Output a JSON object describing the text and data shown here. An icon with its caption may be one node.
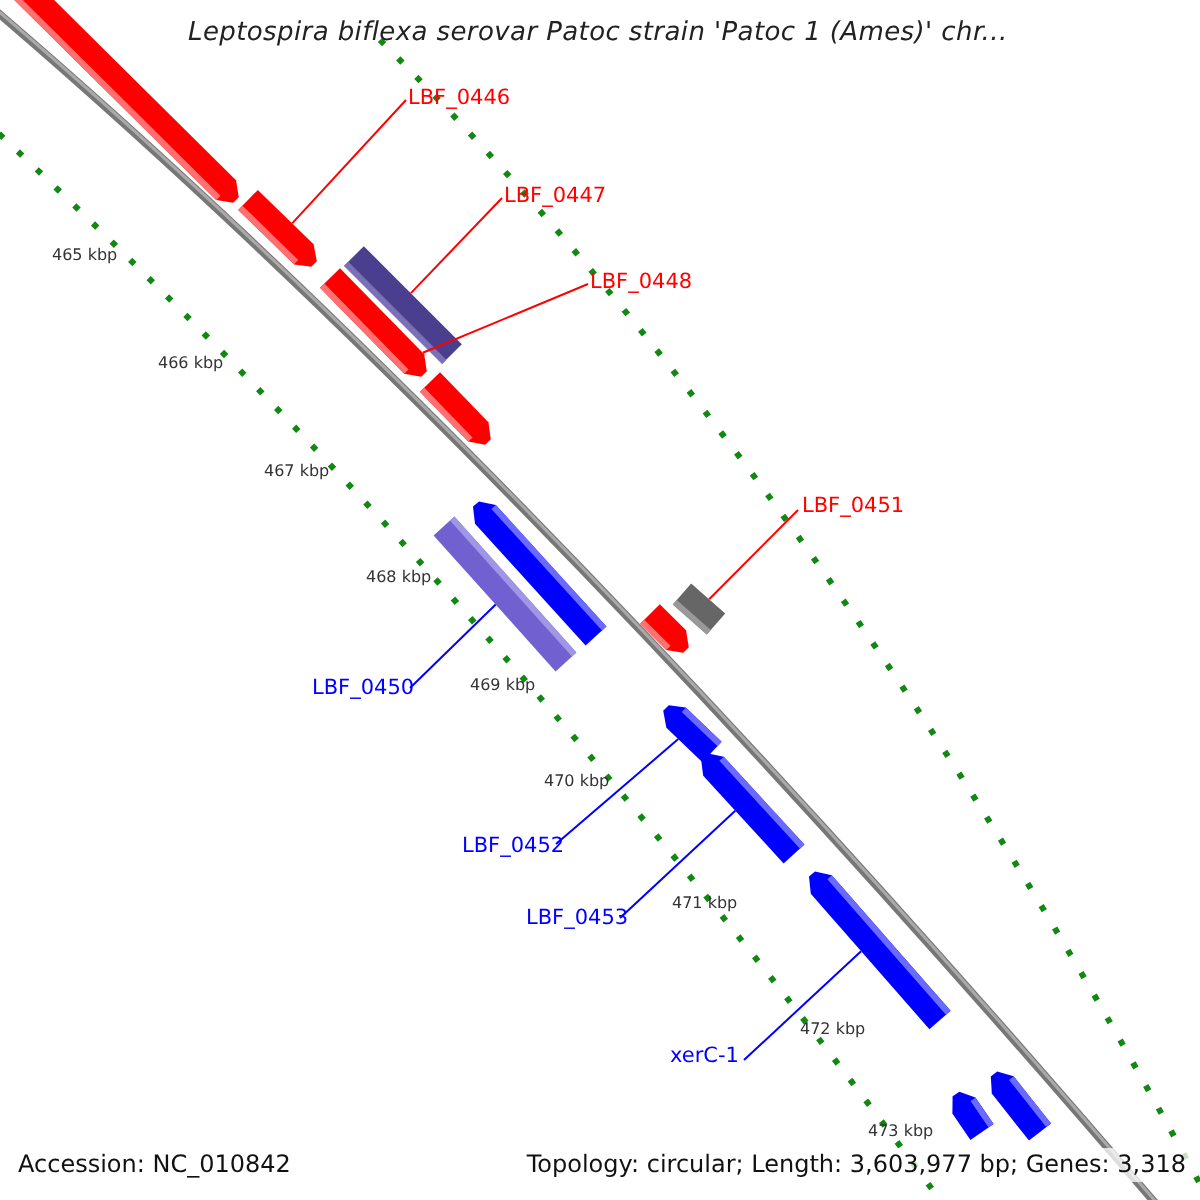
{
  "diagram": {
    "title": "Leptospira biflexa serovar Patoc strain 'Patoc 1 (Ames)' chr...",
    "nodes": [
      {
        "text": [
          "LBF_0446"
        ]
      },
      {
        "text": [
          "LBF_0447"
        ]
      },
      {
        "text": [
          "LBF_0448"
        ]
      },
      {
        "text": [
          "LBF_0451"
        ]
      },
      {
        "text": [
          "LBF_0450"
        ]
      },
      {
        "text": [
          "LBF_0452"
        ]
      },
      {
        "text": [
          "LBF_0453"
        ]
      },
      {
        "text": [
          "xerC-1"
        ]
      },
      {
        "text": [],
        "shape": "bar"
      },
      {
        "text": [],
        "shape": "bar"
      },
      {
        "text": [],
        "shape": "bar"
      },
      {
        "text": [],
        "shape": "bar"
      },
      {
        "text": [],
        "shape": "bar"
      },
      {
        "text": [],
        "shape": "bar"
      },
      {
        "text": [],
        "shape": "bar"
      },
      {
        "text": [],
        "shape": "bar"
      },
      {
        "text": [],
        "shape": "bar"
      },
      {
        "text": [],
        "shape": "bar"
      },
      {
        "text": [],
        "shape": "bar"
      },
      {
        "text": [],
        "shape": "bar"
      },
      {
        "text": [],
        "shape": "bar"
      },
      {
        "text": [],
        "shape": "bar"
      }
    ],
    "edges": [
      {
        "from": 0,
        "to": 9,
        "arrow": "none"
      },
      {
        "from": 1,
        "to": 10,
        "arrow": "none"
      },
      {
        "from": 2,
        "to": 11,
        "arrow": "none"
      },
      {
        "from": 3,
        "to": 15,
        "arrow": "none"
      },
      {
        "from": 4,
        "to": 14,
        "arrow": "none",
        "color": "#0000ff"
      },
      {
        "from": 5,
        "to": 17,
        "arrow": "none",
        "color": "#0000ff"
      },
      {
        "from": 6,
        "to": 18,
        "arrow": "none",
        "color": "#0000ff"
      },
      {
        "from": 7,
        "to": 19,
        "arrow": "none",
        "color": "#0000ff"
      }
    ],
    "labels": [
      "465 kbp",
      "466 kbp",
      "467 kbp",
      "468 kbp",
      "469 kbp",
      "470 kbp",
      "471 kbp",
      "472 kbp",
      "473 kbp",
      "Accession: NC_010842",
      "Topology: circular; Length: 3,603,977 bp; Genes: 3,318"
    ]
  }
}
